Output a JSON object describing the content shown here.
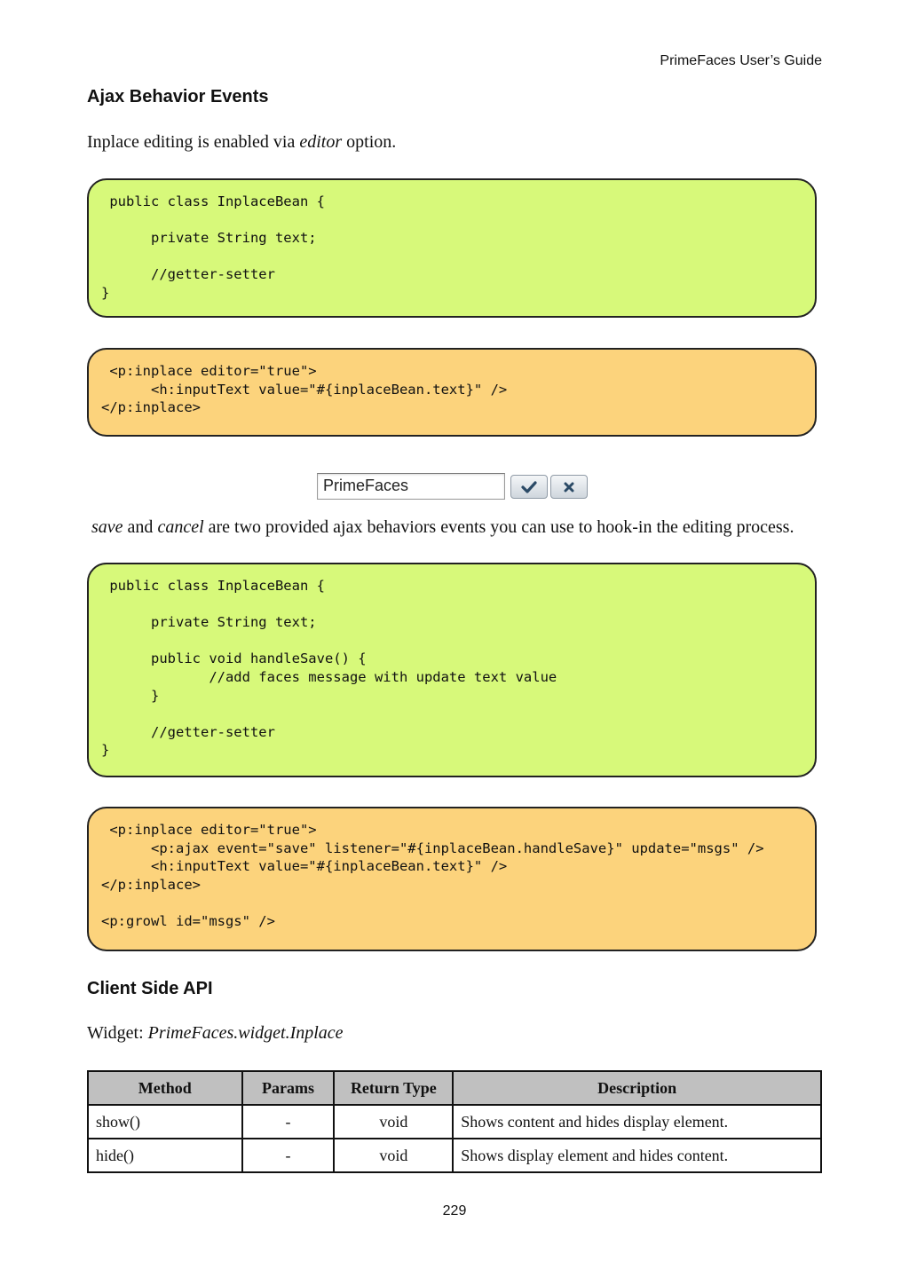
{
  "header": {
    "running_title": "PrimeFaces User’s Guide"
  },
  "section1": {
    "heading": "Ajax Behavior Events",
    "intro_before": "Inplace editing is enabled via ",
    "intro_em": "editor",
    "intro_after": " option."
  },
  "code1": " public class InplaceBean {\n\n      private String text;\n\n      //getter-setter\n}",
  "code2": " <p:inplace editor=\"true\">\n      <h:inputText value=\"#{inplaceBean.text}\" />\n</p:inplace>",
  "widget": {
    "input_value": "PrimeFaces",
    "save_icon": "check-icon",
    "cancel_icon": "close-icon"
  },
  "para2": {
    "em1": "save",
    "mid1": " and ",
    "em2": "cancel",
    "rest": " are two provided ajax behaviors events you can use to hook-in the editing process."
  },
  "code3": " public class InplaceBean {\n\n      private String text;\n\n      public void handleSave() {\n             //add faces message with update text value\n      }\n\n      //getter-setter\n}",
  "code4": " <p:inplace editor=\"true\">\n      <p:ajax event=\"save\" listener=\"#{inplaceBean.handleSave}\" update=\"msgs\" />\n      <h:inputText value=\"#{inplaceBean.text}\" />\n</p:inplace>\n\n<p:growl id=\"msgs\" />",
  "section2": {
    "heading": "Client Side API",
    "widget_label": "Widget: ",
    "widget_name": "PrimeFaces.widget.Inplace"
  },
  "table": {
    "headers": [
      "Method",
      "Params",
      "Return Type",
      "Description"
    ],
    "rows": [
      [
        "show()",
        "-",
        "void",
        "Shows content and hides display element."
      ],
      [
        "hide()",
        "-",
        "void",
        "Shows display element and hides content."
      ]
    ]
  },
  "footer": {
    "page_number": "229"
  }
}
